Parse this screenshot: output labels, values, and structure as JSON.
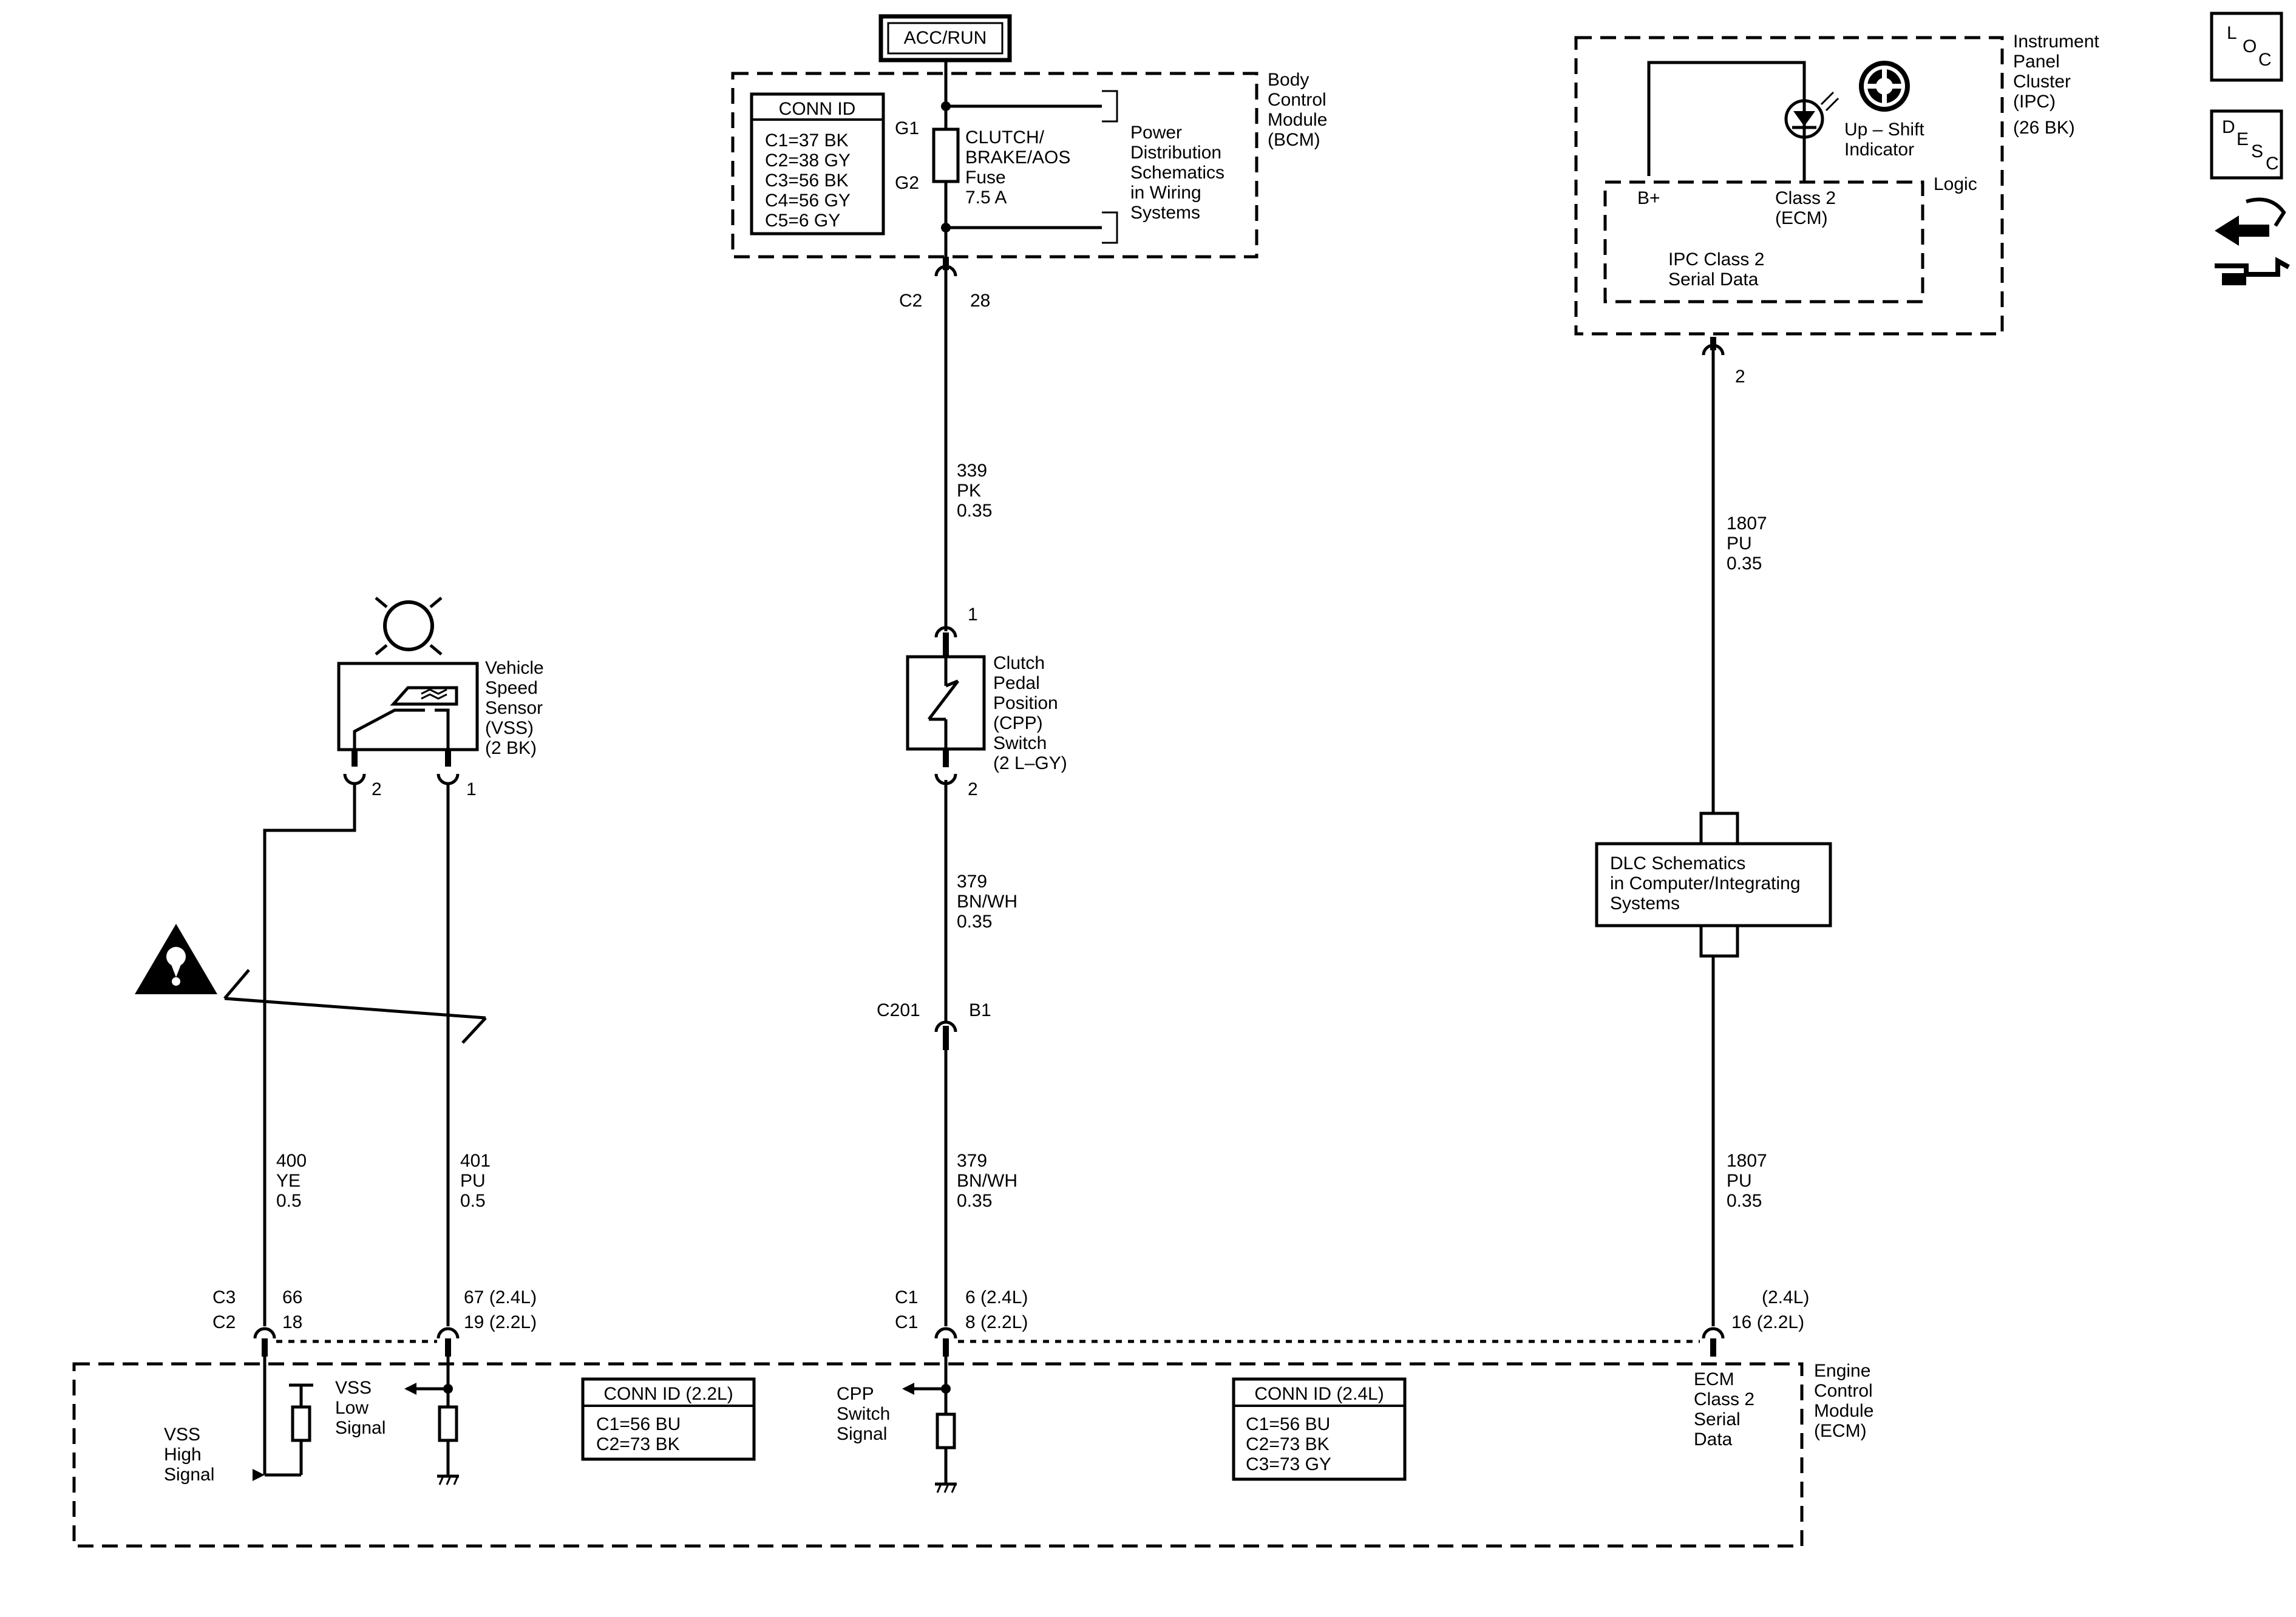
{
  "acc_run": "ACC/RUN",
  "bcm": {
    "name_lines": [
      "Body",
      "Control",
      "Module",
      "(BCM)"
    ],
    "conn_title": "CONN ID",
    "conn_rows": [
      "C1=37 BK",
      "C2=38 GY",
      "C3=56 BK",
      "C4=56 GY",
      "C5=6 GY"
    ],
    "pin_g1": "G1",
    "pin_g2": "G2",
    "fuse_lines": [
      "CLUTCH/",
      "BRAKE/AOS",
      "Fuse",
      "7.5 A"
    ],
    "power_lines": [
      "Power",
      "Distribution",
      "Schematics",
      "in Wiring",
      "Systems"
    ],
    "out_conn": "C2",
    "out_pin": "28"
  },
  "wire_339": [
    "339",
    "PK",
    "0.35"
  ],
  "cpp": {
    "pin_top": "1",
    "pin_bottom": "2",
    "name_lines": [
      "Clutch",
      "Pedal",
      "Position",
      "(CPP)",
      "Switch",
      "(2 L–GY)"
    ]
  },
  "wire_379_a": [
    "379",
    "BN/WH",
    "0.35"
  ],
  "c201": {
    "conn": "C201",
    "pin": "B1"
  },
  "wire_379_b": [
    "379",
    "BN/WH",
    "0.35"
  ],
  "ipc": {
    "name_lines": [
      "Instrument",
      "Panel",
      "Cluster",
      "(IPC)",
      "(26 BK)"
    ],
    "upshift_lines": [
      "Up – Shift",
      "Indicator"
    ],
    "logic": "Logic",
    "bplus": "B+",
    "class2_lines": [
      "Class 2",
      "(ECM)"
    ],
    "serial_lines": [
      "IPC Class 2",
      "Serial Data"
    ],
    "out_pin": "2"
  },
  "wire_1807_a": [
    "1807",
    "PU",
    "0.35"
  ],
  "dlc_lines": [
    "DLC Schematics",
    "in Computer/Integrating",
    "Systems"
  ],
  "wire_1807_b": [
    "1807",
    "PU",
    "0.35"
  ],
  "vss": {
    "name_lines": [
      "Vehicle",
      "Speed",
      "Sensor",
      "(VSS)",
      "(2 BK)"
    ],
    "pin_left": "2",
    "pin_right": "1"
  },
  "wire_400": [
    "400",
    "YE",
    "0.5"
  ],
  "wire_401": [
    "401",
    "PU",
    "0.5"
  ],
  "ecm_pins": {
    "c3": "C3",
    "c2": "C2",
    "p66": "66",
    "p18": "18",
    "p67": "67 (2.4L)",
    "p19": "19 (2.2L)",
    "c1a": "C1",
    "c1b": "C1",
    "p6": "6 (2.4L)",
    "p8": "8 (2.2L)",
    "p24": "(2.4L)",
    "p16": "16 (2.2L)"
  },
  "ecm": {
    "name_lines": [
      "Engine",
      "Control",
      "Module",
      "(ECM)"
    ],
    "vss_high_lines": [
      "VSS",
      "High",
      "Signal"
    ],
    "vss_low_lines": [
      "VSS",
      "Low",
      "Signal"
    ],
    "cpp_signal_lines": [
      "CPP",
      "Switch",
      "Signal"
    ],
    "serial_lines": [
      "ECM",
      "Class 2",
      "Serial",
      "Data"
    ],
    "conn22_title": "CONN ID (2.2L)",
    "conn22_rows": [
      "C1=56 BU",
      "C2=73 BK"
    ],
    "conn24_title": "CONN ID (2.4L)",
    "conn24_rows": [
      "C1=56 BU",
      "C2=73 BK",
      "C3=73 GY"
    ]
  },
  "side": {
    "loc": [
      "L",
      "O",
      "C"
    ],
    "desc": [
      "D",
      "E",
      "S",
      "C"
    ]
  }
}
